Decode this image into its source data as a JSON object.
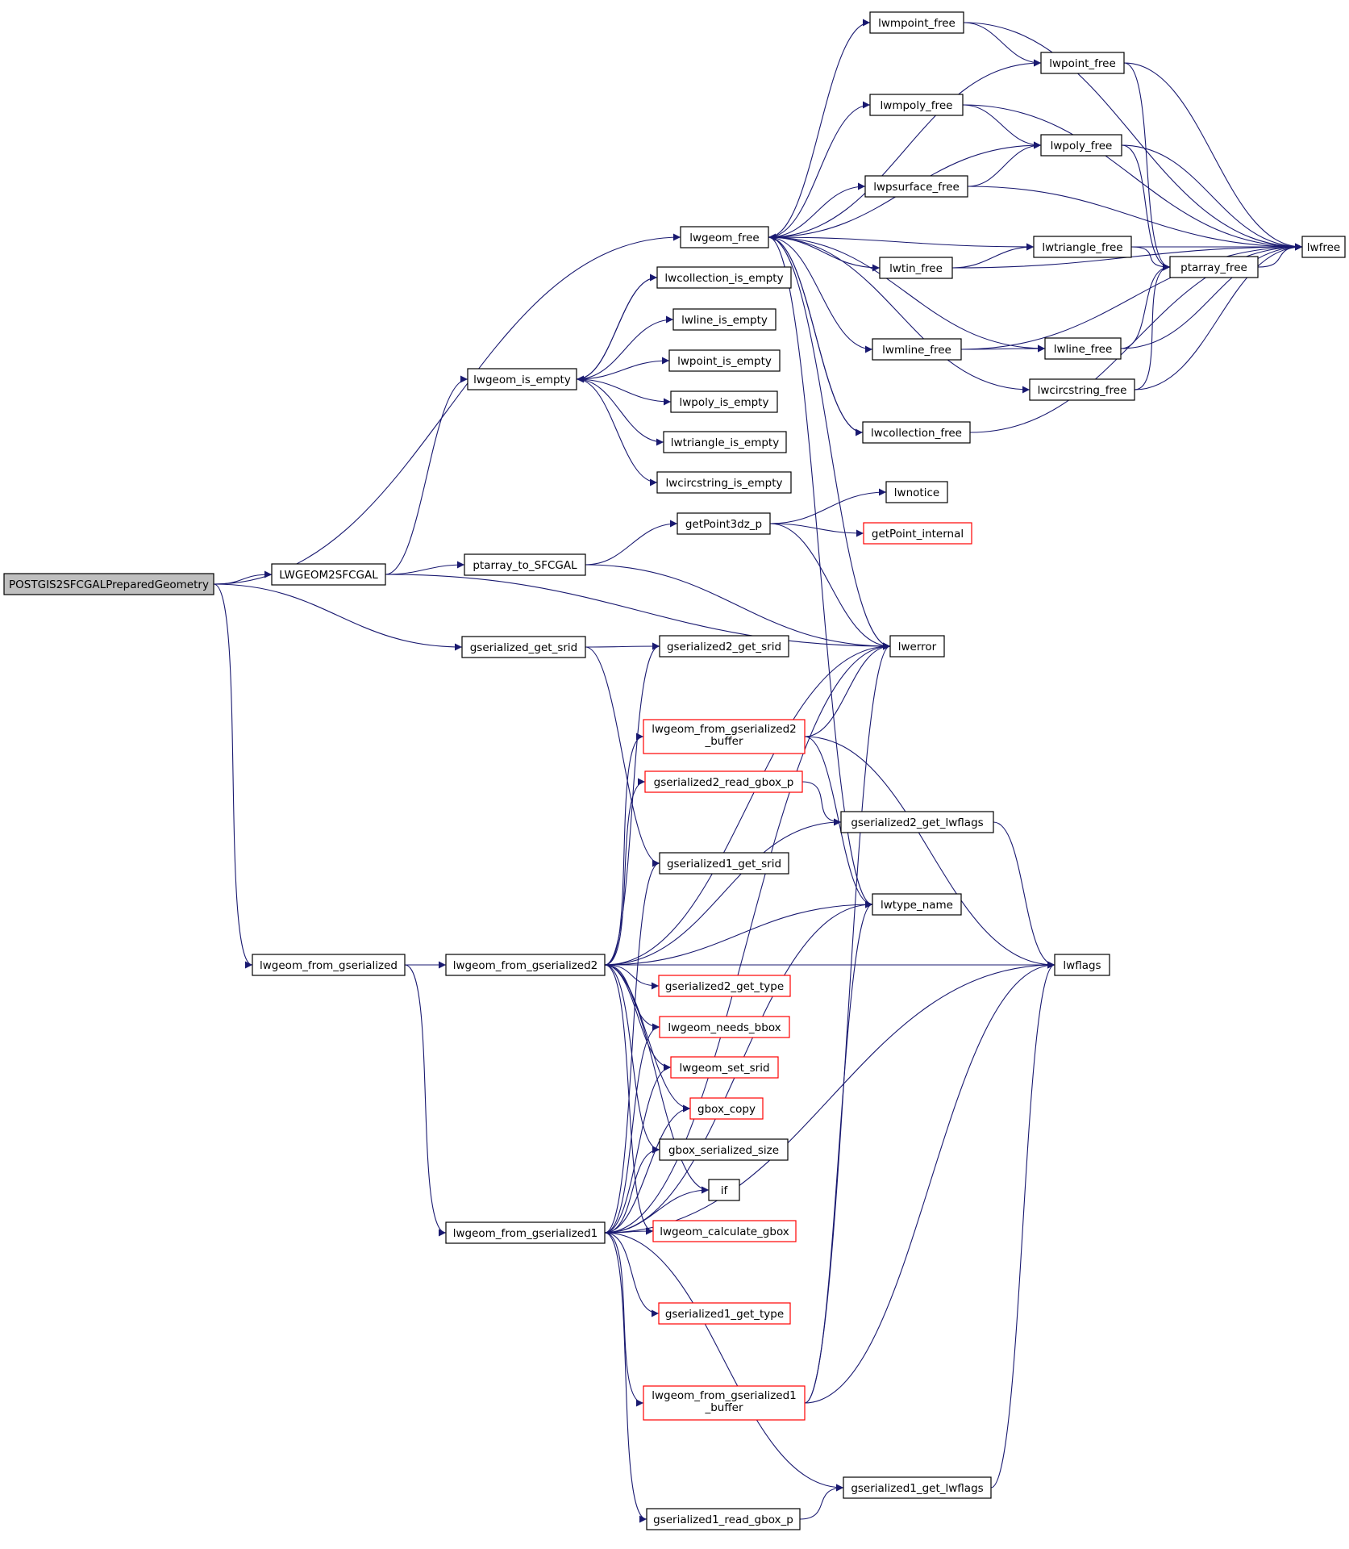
{
  "colors": {
    "edge": "#191970",
    "node_border": "#000000",
    "node_border_red": "#ff0000",
    "root_fill": "#bfbfbf",
    "node_fill": "#ffffff"
  },
  "nodes": [
    {
      "id": "POSTGIS2SFCGALPreparedGeometry",
      "label": "POSTGIS2SFCGALPreparedGeometry",
      "style": "root"
    },
    {
      "id": "LWGEOM2SFCGAL",
      "label": "LWGEOM2SFCGAL",
      "style": "normal"
    },
    {
      "id": "gserialized_get_srid",
      "label": "gserialized_get_srid",
      "style": "normal"
    },
    {
      "id": "lwgeom_from_gserialized",
      "label": "lwgeom_from_gserialized",
      "style": "normal"
    },
    {
      "id": "lwgeom_free",
      "label": "lwgeom_free",
      "style": "normal"
    },
    {
      "id": "lwgeom_is_empty",
      "label": "lwgeom_is_empty",
      "style": "normal"
    },
    {
      "id": "ptarray_to_SFCGAL",
      "label": "ptarray_to_SFCGAL",
      "style": "normal"
    },
    {
      "id": "lwgeom_from_gserialized2",
      "label": "lwgeom_from_gserialized2",
      "style": "normal"
    },
    {
      "id": "lwgeom_from_gserialized1",
      "label": "lwgeom_from_gserialized1",
      "style": "normal"
    },
    {
      "id": "lwcollection_is_empty",
      "label": "lwcollection_is_empty",
      "style": "normal"
    },
    {
      "id": "lwline_is_empty",
      "label": "lwline_is_empty",
      "style": "normal"
    },
    {
      "id": "lwpoint_is_empty",
      "label": "lwpoint_is_empty",
      "style": "normal"
    },
    {
      "id": "lwpoly_is_empty",
      "label": "lwpoly_is_empty",
      "style": "normal"
    },
    {
      "id": "lwtriangle_is_empty",
      "label": "lwtriangle_is_empty",
      "style": "normal"
    },
    {
      "id": "lwcircstring_is_empty",
      "label": "lwcircstring_is_empty",
      "style": "normal"
    },
    {
      "id": "getPoint3dz_p",
      "label": "getPoint3dz_p",
      "style": "normal"
    },
    {
      "id": "gserialized2_get_srid",
      "label": "gserialized2_get_srid",
      "style": "normal"
    },
    {
      "id": "lwgeom_from_gserialized2_buffer",
      "label": "lwgeom_from_gserialized2\n_buffer",
      "style": "red"
    },
    {
      "id": "gserialized2_read_gbox_p",
      "label": "gserialized2_read_gbox_p",
      "style": "red"
    },
    {
      "id": "gserialized1_get_srid",
      "label": "gserialized1_get_srid",
      "style": "normal"
    },
    {
      "id": "gserialized2_get_type",
      "label": "gserialized2_get_type",
      "style": "red"
    },
    {
      "id": "lwgeom_needs_bbox",
      "label": "lwgeom_needs_bbox",
      "style": "red"
    },
    {
      "id": "lwgeom_set_srid",
      "label": "lwgeom_set_srid",
      "style": "red"
    },
    {
      "id": "gbox_copy",
      "label": "gbox_copy",
      "style": "red"
    },
    {
      "id": "gbox_serialized_size",
      "label": "gbox_serialized_size",
      "style": "normal"
    },
    {
      "id": "if",
      "label": "if",
      "style": "normal"
    },
    {
      "id": "lwgeom_calculate_gbox",
      "label": "lwgeom_calculate_gbox",
      "style": "red"
    },
    {
      "id": "gserialized1_get_type",
      "label": "gserialized1_get_type",
      "style": "red"
    },
    {
      "id": "lwgeom_from_gserialized1_buffer",
      "label": "lwgeom_from_gserialized1\n_buffer",
      "style": "red"
    },
    {
      "id": "gserialized1_read_gbox_p",
      "label": "gserialized1_read_gbox_p",
      "style": "normal"
    },
    {
      "id": "lwmpoint_free",
      "label": "lwmpoint_free",
      "style": "normal"
    },
    {
      "id": "lwmpoly_free",
      "label": "lwmpoly_free",
      "style": "normal"
    },
    {
      "id": "lwpsurface_free",
      "label": "lwpsurface_free",
      "style": "normal"
    },
    {
      "id": "lwtin_free",
      "label": "lwtin_free",
      "style": "normal"
    },
    {
      "id": "lwmline_free",
      "label": "lwmline_free",
      "style": "normal"
    },
    {
      "id": "lwcollection_free",
      "label": "lwcollection_free",
      "style": "normal"
    },
    {
      "id": "lwnotice",
      "label": "lwnotice",
      "style": "normal"
    },
    {
      "id": "getPoint_internal",
      "label": "getPoint_internal",
      "style": "red"
    },
    {
      "id": "lwerror",
      "label": "lwerror",
      "style": "normal"
    },
    {
      "id": "gserialized2_get_lwflags",
      "label": "gserialized2_get_lwflags",
      "style": "normal"
    },
    {
      "id": "lwtype_name",
      "label": "lwtype_name",
      "style": "normal"
    },
    {
      "id": "gserialized1_get_lwflags",
      "label": "gserialized1_get_lwflags",
      "style": "normal"
    },
    {
      "id": "lwpoint_free",
      "label": "lwpoint_free",
      "style": "normal"
    },
    {
      "id": "lwpoly_free",
      "label": "lwpoly_free",
      "style": "normal"
    },
    {
      "id": "lwtriangle_free",
      "label": "lwtriangle_free",
      "style": "normal"
    },
    {
      "id": "lwline_free",
      "label": "lwline_free",
      "style": "normal"
    },
    {
      "id": "lwcircstring_free",
      "label": "lwcircstring_free",
      "style": "normal"
    },
    {
      "id": "ptarray_free",
      "label": "ptarray_free",
      "style": "normal"
    },
    {
      "id": "lwflags",
      "label": "lwflags",
      "style": "normal"
    },
    {
      "id": "lwfree",
      "label": "lwfree",
      "style": "normal"
    }
  ],
  "edges": [
    [
      "POSTGIS2SFCGALPreparedGeometry",
      "lwgeom_free"
    ],
    [
      "POSTGIS2SFCGALPreparedGeometry",
      "LWGEOM2SFCGAL"
    ],
    [
      "POSTGIS2SFCGALPreparedGeometry",
      "gserialized_get_srid"
    ],
    [
      "POSTGIS2SFCGALPreparedGeometry",
      "lwgeom_from_gserialized"
    ],
    [
      "LWGEOM2SFCGAL",
      "lwgeom_is_empty"
    ],
    [
      "LWGEOM2SFCGAL",
      "ptarray_to_SFCGAL"
    ],
    [
      "LWGEOM2SFCGAL",
      "lwerror"
    ],
    [
      "lwgeom_is_empty",
      "lwcollection_is_empty"
    ],
    [
      "lwgeom_is_empty",
      "lwline_is_empty"
    ],
    [
      "lwgeom_is_empty",
      "lwpoint_is_empty"
    ],
    [
      "lwgeom_is_empty",
      "lwpoly_is_empty"
    ],
    [
      "lwgeom_is_empty",
      "lwtriangle_is_empty"
    ],
    [
      "lwgeom_is_empty",
      "lwcircstring_is_empty"
    ],
    [
      "lwcollection_is_empty",
      "lwgeom_is_empty"
    ],
    [
      "ptarray_to_SFCGAL",
      "getPoint3dz_p"
    ],
    [
      "ptarray_to_SFCGAL",
      "lwerror"
    ],
    [
      "getPoint3dz_p",
      "lwnotice"
    ],
    [
      "getPoint3dz_p",
      "getPoint_internal"
    ],
    [
      "getPoint3dz_p",
      "lwerror"
    ],
    [
      "lwgeom_free",
      "lwmpoint_free"
    ],
    [
      "lwgeom_free",
      "lwpoint_free"
    ],
    [
      "lwgeom_free",
      "lwmpoly_free"
    ],
    [
      "lwgeom_free",
      "lwpoly_free"
    ],
    [
      "lwgeom_free",
      "lwpsurface_free"
    ],
    [
      "lwgeom_free",
      "lwtriangle_free"
    ],
    [
      "lwgeom_free",
      "lwtin_free"
    ],
    [
      "lwgeom_free",
      "lwline_free"
    ],
    [
      "lwgeom_free",
      "lwmline_free"
    ],
    [
      "lwgeom_free",
      "lwcircstring_free"
    ],
    [
      "lwgeom_free",
      "lwcollection_free"
    ],
    [
      "lwgeom_free",
      "lwerror"
    ],
    [
      "lwgeom_free",
      "lwtype_name"
    ],
    [
      "lwmpoint_free",
      "lwpoint_free"
    ],
    [
      "lwmpoint_free",
      "lwfree"
    ],
    [
      "lwmpoly_free",
      "lwpoly_free"
    ],
    [
      "lwmpoly_free",
      "lwfree"
    ],
    [
      "lwpsurface_free",
      "lwpoly_free"
    ],
    [
      "lwpsurface_free",
      "lwfree"
    ],
    [
      "lwtin_free",
      "lwtriangle_free"
    ],
    [
      "lwtin_free",
      "lwfree"
    ],
    [
      "lwmline_free",
      "lwline_free"
    ],
    [
      "lwmline_free",
      "lwfree"
    ],
    [
      "lwcollection_free",
      "lwgeom_free"
    ],
    [
      "lwcollection_free",
      "lwfree"
    ],
    [
      "lwpoint_free",
      "ptarray_free"
    ],
    [
      "lwpoint_free",
      "lwfree"
    ],
    [
      "lwpoly_free",
      "ptarray_free"
    ],
    [
      "lwpoly_free",
      "lwfree"
    ],
    [
      "lwtriangle_free",
      "ptarray_free"
    ],
    [
      "lwtriangle_free",
      "lwfree"
    ],
    [
      "lwline_free",
      "ptarray_free"
    ],
    [
      "lwline_free",
      "lwfree"
    ],
    [
      "lwcircstring_free",
      "ptarray_free"
    ],
    [
      "lwcircstring_free",
      "lwfree"
    ],
    [
      "ptarray_free",
      "lwfree"
    ],
    [
      "gserialized_get_srid",
      "gserialized2_get_srid"
    ],
    [
      "gserialized_get_srid",
      "gserialized1_get_srid"
    ],
    [
      "lwgeom_from_gserialized",
      "lwgeom_from_gserialized2"
    ],
    [
      "lwgeom_from_gserialized",
      "lwgeom_from_gserialized1"
    ],
    [
      "lwgeom_from_gserialized2",
      "gserialized2_get_srid"
    ],
    [
      "lwgeom_from_gserialized2",
      "lwerror"
    ],
    [
      "lwgeom_from_gserialized2",
      "lwgeom_from_gserialized2_buffer"
    ],
    [
      "lwgeom_from_gserialized2",
      "gserialized2_read_gbox_p"
    ],
    [
      "lwgeom_from_gserialized2",
      "gserialized2_get_lwflags"
    ],
    [
      "lwgeom_from_gserialized2",
      "lwtype_name"
    ],
    [
      "lwgeom_from_gserialized2",
      "lwflags"
    ],
    [
      "lwgeom_from_gserialized2",
      "gserialized2_get_type"
    ],
    [
      "lwgeom_from_gserialized2",
      "lwgeom_needs_bbox"
    ],
    [
      "lwgeom_from_gserialized2",
      "lwgeom_set_srid"
    ],
    [
      "lwgeom_from_gserialized2",
      "gbox_copy"
    ],
    [
      "lwgeom_from_gserialized2",
      "gbox_serialized_size"
    ],
    [
      "lwgeom_from_gserialized2",
      "if"
    ],
    [
      "lwgeom_from_gserialized2",
      "lwgeom_calculate_gbox"
    ],
    [
      "lwgeom_from_gserialized2_buffer",
      "lwerror"
    ],
    [
      "lwgeom_from_gserialized2_buffer",
      "lwflags"
    ],
    [
      "lwgeom_from_gserialized2_buffer",
      "lwtype_name"
    ],
    [
      "gserialized2_read_gbox_p",
      "gserialized2_get_lwflags"
    ],
    [
      "gserialized2_get_lwflags",
      "lwflags"
    ],
    [
      "lwgeom_from_gserialized1",
      "gserialized1_get_srid"
    ],
    [
      "lwgeom_from_gserialized1",
      "lwgeom_needs_bbox"
    ],
    [
      "lwgeom_from_gserialized1",
      "lwgeom_set_srid"
    ],
    [
      "lwgeom_from_gserialized1",
      "gbox_copy"
    ],
    [
      "lwgeom_from_gserialized1",
      "gbox_serialized_size"
    ],
    [
      "lwgeom_from_gserialized1",
      "if"
    ],
    [
      "lwgeom_from_gserialized1",
      "lwgeom_calculate_gbox"
    ],
    [
      "lwgeom_from_gserialized1",
      "gserialized1_get_type"
    ],
    [
      "lwgeom_from_gserialized1",
      "lwgeom_from_gserialized1_buffer"
    ],
    [
      "lwgeom_from_gserialized1",
      "gserialized1_get_lwflags"
    ],
    [
      "lwgeom_from_gserialized1",
      "gserialized1_read_gbox_p"
    ],
    [
      "lwgeom_from_gserialized1",
      "lwerror"
    ],
    [
      "lwgeom_from_gserialized1",
      "lwtype_name"
    ],
    [
      "lwgeom_from_gserialized1",
      "lwflags"
    ],
    [
      "lwgeom_from_gserialized1_buffer",
      "lwerror"
    ],
    [
      "lwgeom_from_gserialized1_buffer",
      "lwtype_name"
    ],
    [
      "lwgeom_from_gserialized1_buffer",
      "lwflags"
    ],
    [
      "gserialized1_read_gbox_p",
      "gserialized1_get_lwflags"
    ],
    [
      "gserialized1_get_lwflags",
      "lwflags"
    ]
  ]
}
